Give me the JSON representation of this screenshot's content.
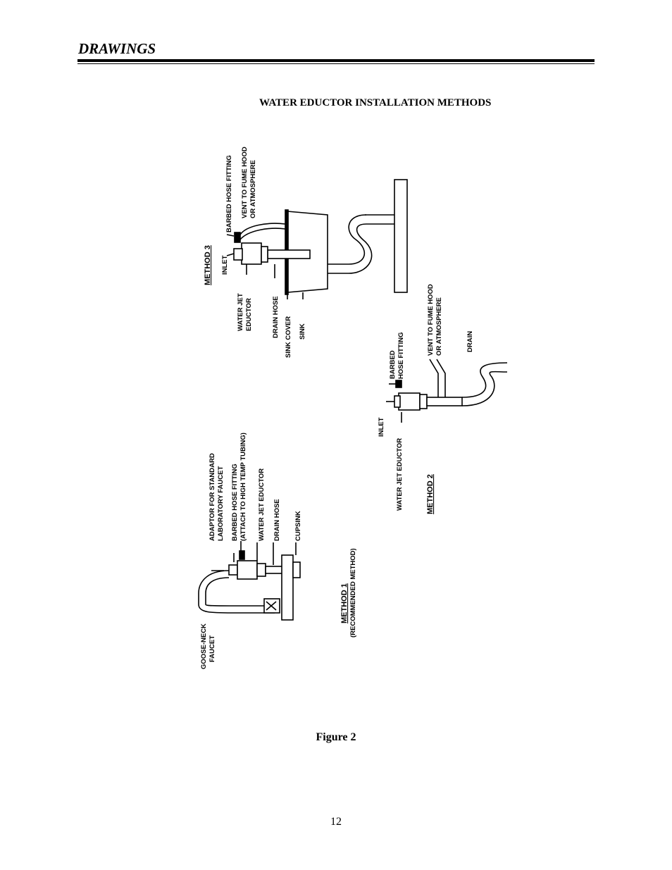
{
  "header": {
    "section_title": "DRAWINGS"
  },
  "figure": {
    "heading": "WATER EDUCTOR INSTALLATION METHODS",
    "caption": "Figure 2",
    "method3": {
      "title": "METHOD 3",
      "labels": {
        "barbed_hose_fitting": "BARBED HOSE FITTING",
        "vent_line1": "VENT TO FUME HOOD",
        "vent_line2": "OR ATMOSPHERE",
        "inlet": "INLET",
        "eductor_line1": "WATER JET",
        "eductor_line2": "EDUCTOR",
        "drain_hose": "DRAIN HOSE",
        "sink_cover": "SINK COVER",
        "sink": "SINK"
      }
    },
    "method2": {
      "title": "METHOD 2",
      "labels": {
        "vent_line1": "VENT TO FUME HOOD",
        "vent_line2": "OR ATMOSPHERE",
        "drain": "DRAIN",
        "barbed_line1": "BARBED",
        "barbed_line2": "HOSE FITTING",
        "inlet": "INLET",
        "eductor": "WATER JET EDUCTOR"
      }
    },
    "method1": {
      "title": "METHOD 1",
      "subtitle": "(RECOMMENDED METHOD)",
      "labels": {
        "adaptor_line1": "ADAPTOR FOR STANDARD",
        "adaptor_line2": "LABORATORY FAUCET",
        "barbed_line1": "BARBED HOSE FITTING",
        "barbed_line2": "(ATTACH TO HIGH TEMP TUBING)",
        "eductor": "WATER JET EDUCTOR",
        "drain_hose": "DRAIN HOSE",
        "cupsink": "CUPSINK",
        "gooseneck_line1": "GOOSE-NECK",
        "gooseneck_line2": "FAUCET"
      }
    }
  },
  "footer": {
    "page_number": "12"
  }
}
